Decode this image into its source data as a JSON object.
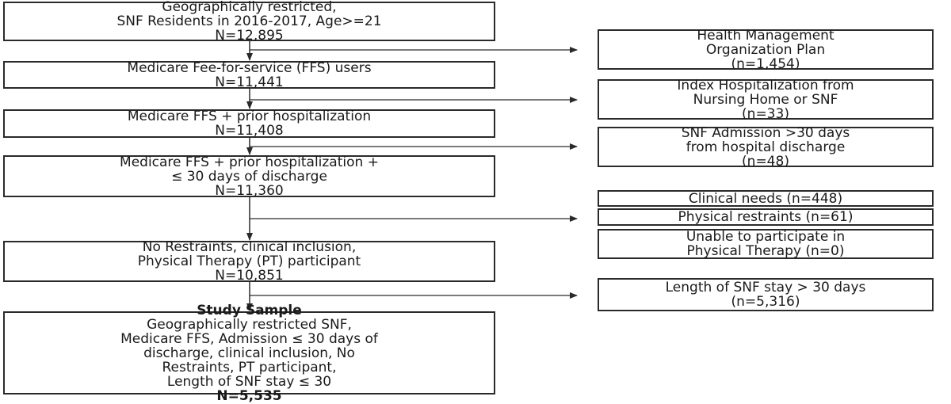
{
  "main_steps": [
    {
      "lines": [
        "Geographically restricted,",
        "SNF Residents in 2016-2017, Age>=21",
        "N=12,895"
      ]
    },
    {
      "lines": [
        "Medicare Fee-for-service (FFS) users",
        "N=11,441"
      ]
    },
    {
      "lines": [
        "Medicare FFS + prior hospitalization",
        "N=11,408"
      ]
    },
    {
      "lines": [
        "Medicare FFS + prior hospitalization +",
        "≤ 30 days of discharge",
        "N=11,360"
      ]
    },
    {
      "lines": [
        "No Restraints, clinical inclusion,",
        "Physical Therapy (PT) participant",
        "N=10,851"
      ]
    }
  ],
  "final": {
    "heading": "Study Sample",
    "lines": [
      "Geographically restricted SNF,",
      "Medicare FFS, Admission ≤ 30 days of",
      "discharge, clinical inclusion, No",
      "Restraints, PT participant,",
      "Length of SNF stay ≤ 30"
    ],
    "n": "N=5,535"
  },
  "exclusions": [
    {
      "lines": [
        "Health Management",
        "Organization Plan",
        "(n=1,454)"
      ]
    },
    {
      "lines": [
        "Index Hospitalization from",
        "Nursing Home or SNF",
        "(n=33)"
      ]
    },
    {
      "lines": [
        "SNF Admission >30 days",
        "from hospital discharge",
        "(n=48)"
      ]
    },
    {
      "lines": [
        "Clinical needs (n=448)"
      ]
    },
    {
      "lines": [
        "Physical restraints (n=61)"
      ]
    },
    {
      "lines": [
        "Unable to participate in",
        "Physical Therapy (n=0)"
      ]
    },
    {
      "lines": [
        "Length of SNF stay > 30 days",
        "(n=5,316)"
      ]
    }
  ]
}
